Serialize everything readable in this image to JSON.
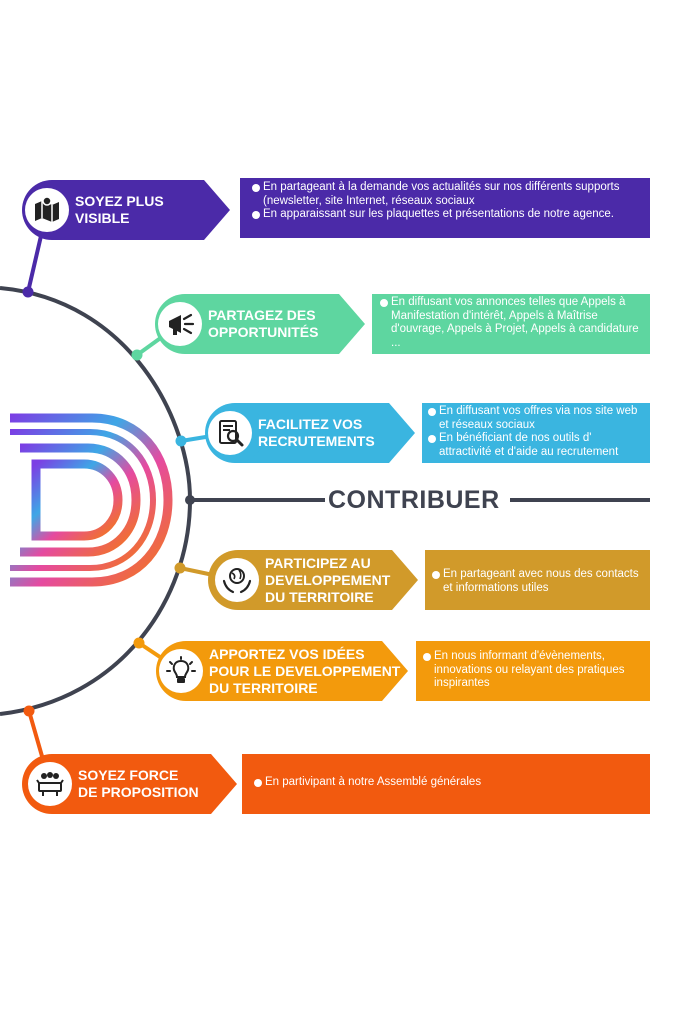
{
  "center_label": "CONTRIBUER",
  "items": [
    {
      "icon": "map-pin-icon",
      "color": "#4b2aa8",
      "title_lines": [
        "SOYEZ PLUS",
        "VISIBLE"
      ],
      "bullets": [
        "En partageant à la demande vos actualités sur nos différents supports (newsletter, site Internet, réseaux sociaux",
        "En apparaissant sur les plaquettes et présentations de notre agence."
      ]
    },
    {
      "icon": "megaphone-icon",
      "color": "#5ed6a0",
      "title_lines": [
        "PARTAGEZ DES",
        "OPPORTUNITÉS"
      ],
      "bullets": [
        "En diffusant vos annonces telles que Appels à Manifestation d'intérêt, Appels à Maîtrise d'ouvrage, Appels à Projet, Appels à candidature ..."
      ]
    },
    {
      "icon": "document-search-icon",
      "color": "#3ab5e0",
      "title_lines": [
        "FACILITEZ VOS",
        "RECRUTEMENTS"
      ],
      "bullets": [
        "En diffusant vos offres via nos site web et réseaux sociaux",
        "En bénéficiant de nos outils d' attractivité et d'aide au recrutement"
      ]
    },
    {
      "icon": "globe-hands-icon",
      "color": "#d19a2a",
      "title_lines": [
        "PARTICIPEZ AU",
        "DEVELOPPEMENT",
        "DU TERRITOIRE"
      ],
      "bullets": [
        "En partageant avec nous des contacts et informations utiles"
      ]
    },
    {
      "icon": "lightbulb-icon",
      "color": "#f39a0c",
      "title_lines": [
        "APPORTEZ VOS IDÉES",
        "POUR LE DEVELOPPEMENT",
        "DU TERRITOIRE"
      ],
      "bullets": [
        "En nous informant d'évènements, innovations ou relayant des pratiques inspirantes"
      ]
    },
    {
      "icon": "meeting-table-icon",
      "color": "#f25a0f",
      "title_lines": [
        "SOYEZ FORCE",
        "DE PROPOSITION"
      ],
      "bullets": [
        "En partivipant à notre Assemblé générales"
      ]
    }
  ]
}
